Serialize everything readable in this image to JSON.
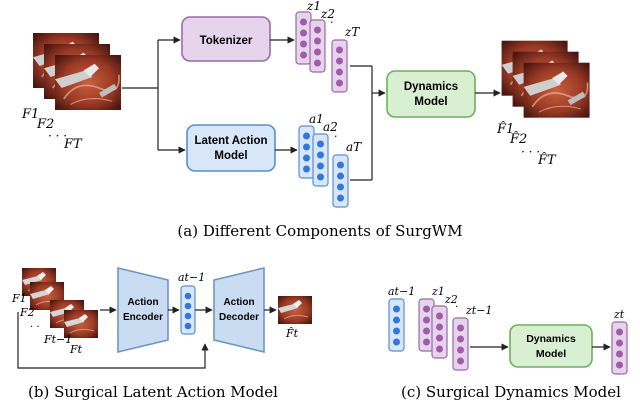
{
  "figure": {
    "caption_a": "(a) Different Components of SurgWM",
    "caption_b": "(b) Surgical Latent Action Model",
    "caption_c": "(c) Surgical Dynamics Model"
  },
  "panel_a": {
    "tokenizer_label": "Tokenizer",
    "lam_label_line1": "Latent Action",
    "lam_label_line2": "Model",
    "dynamics_label_line1": "Dynamics",
    "dynamics_label_line2": "Model",
    "in_frames": [
      "F1",
      "F2",
      "FT"
    ],
    "out_frames": [
      "F̂1",
      "F̂2",
      "F̂T"
    ],
    "tokens": [
      "z1",
      "z2",
      "zT"
    ],
    "actions": [
      "a1",
      "a2",
      "aT"
    ]
  },
  "panel_b": {
    "encoder_line1": "Action",
    "encoder_line2": "Encoder",
    "decoder_line1": "Action",
    "decoder_line2": "Decoder",
    "action_label": "at−1",
    "frames": [
      "F1",
      "F2",
      "Ft−1",
      "Ft"
    ],
    "out_frame": "F̂t"
  },
  "panel_c": {
    "dynamics_line1": "Dynamics",
    "dynamics_line2": "Model",
    "action_label": "at−1",
    "tokens": [
      "z1",
      "z2",
      "zt−1"
    ],
    "out_label": "zt"
  },
  "colors": {
    "tokenizer_fill": "#e6d3ec",
    "tokenizer_stroke": "#9a6aa6",
    "lam_fill": "#d7e6f8",
    "lam_stroke": "#5a8ecf",
    "dynamics_fill": "#d9efd2",
    "dynamics_stroke": "#6ab15c",
    "token_dot": "#a05ca9",
    "action_dot": "#3277e0",
    "trapezoid_fill": "#c9dcf2",
    "trapezoid_stroke": "#6f95c6",
    "frame_dark": "#5a1f16",
    "frame_mid": "#9a3a25",
    "frame_light": "#c85f3e"
  }
}
